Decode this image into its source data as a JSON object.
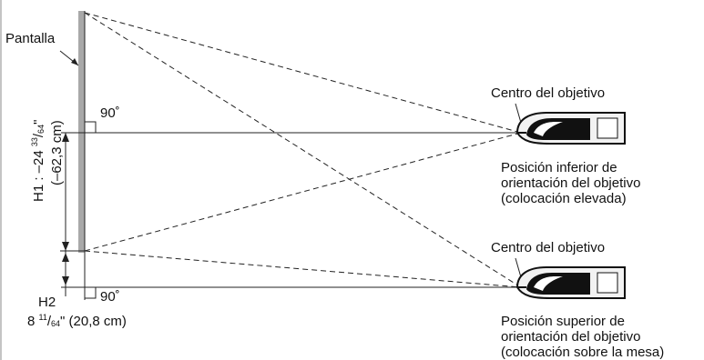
{
  "diagram": {
    "screen_label": "Pantalla",
    "angle_top": "90˚",
    "angle_bottom": "90˚",
    "lens_center_top": "Centro del objetivo",
    "lens_center_bottom": "Centro del objetivo",
    "position_low": [
      "Posición inferior de",
      "orientación del objetivo",
      "(colocación elevada)"
    ],
    "position_high": [
      "Posición superior de",
      "orientación del objetivo",
      "(colocación sobre la mesa)"
    ],
    "h1": {
      "prefix": "H1 : –24 ",
      "frac_num": "33",
      "frac_sep": "/",
      "frac_den": "64",
      "suffix": "\"",
      "metric": "(–62,3 cm)"
    },
    "h2": {
      "label": "H2",
      "whole": "8 ",
      "frac_num": "11",
      "frac_sep": "/",
      "frac_den": "64",
      "suffix": "\" (20,8 cm)"
    },
    "colors": {
      "screen": "#a8a8a8",
      "line": "#222222",
      "projector_dark": "#111111",
      "projector_light": "#f2f2f2"
    }
  }
}
